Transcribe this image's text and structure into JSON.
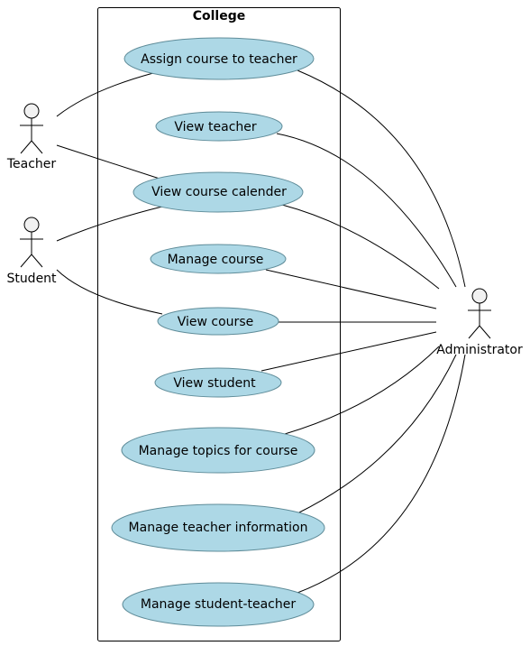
{
  "system": {
    "title": "College"
  },
  "actors": [
    {
      "id": "teacher",
      "label": "Teacher"
    },
    {
      "id": "student",
      "label": "Student"
    },
    {
      "id": "administrator",
      "label": "Administrator"
    }
  ],
  "use_cases": [
    {
      "id": "assign-course-to-teacher",
      "label": "Assign course to teacher"
    },
    {
      "id": "view-teacher",
      "label": "View teacher"
    },
    {
      "id": "view-course-calender",
      "label": "View course calender"
    },
    {
      "id": "manage-course",
      "label": "Manage course"
    },
    {
      "id": "view-course",
      "label": "View course"
    },
    {
      "id": "view-student",
      "label": "View student"
    },
    {
      "id": "manage-topics-for-course",
      "label": "Manage topics for course"
    },
    {
      "id": "manage-teacher-information",
      "label": "Manage teacher information"
    },
    {
      "id": "manage-student-teacher",
      "label": "Manage student-teacher"
    }
  ],
  "associations": [
    {
      "actor": "teacher",
      "use_case": "assign-course-to-teacher"
    },
    {
      "actor": "teacher",
      "use_case": "view-course-calender"
    },
    {
      "actor": "student",
      "use_case": "view-course-calender"
    },
    {
      "actor": "student",
      "use_case": "view-course"
    },
    {
      "actor": "administrator",
      "use_case": "assign-course-to-teacher"
    },
    {
      "actor": "administrator",
      "use_case": "view-teacher"
    },
    {
      "actor": "administrator",
      "use_case": "view-course-calender"
    },
    {
      "actor": "administrator",
      "use_case": "manage-course"
    },
    {
      "actor": "administrator",
      "use_case": "view-course"
    },
    {
      "actor": "administrator",
      "use_case": "view-student"
    },
    {
      "actor": "administrator",
      "use_case": "manage-topics-for-course"
    },
    {
      "actor": "administrator",
      "use_case": "manage-teacher-information"
    },
    {
      "actor": "administrator",
      "use_case": "manage-student-teacher"
    }
  ],
  "colors": {
    "use_case_fill": "#add8e6",
    "actor_head_fill": "#f1f1f1"
  }
}
